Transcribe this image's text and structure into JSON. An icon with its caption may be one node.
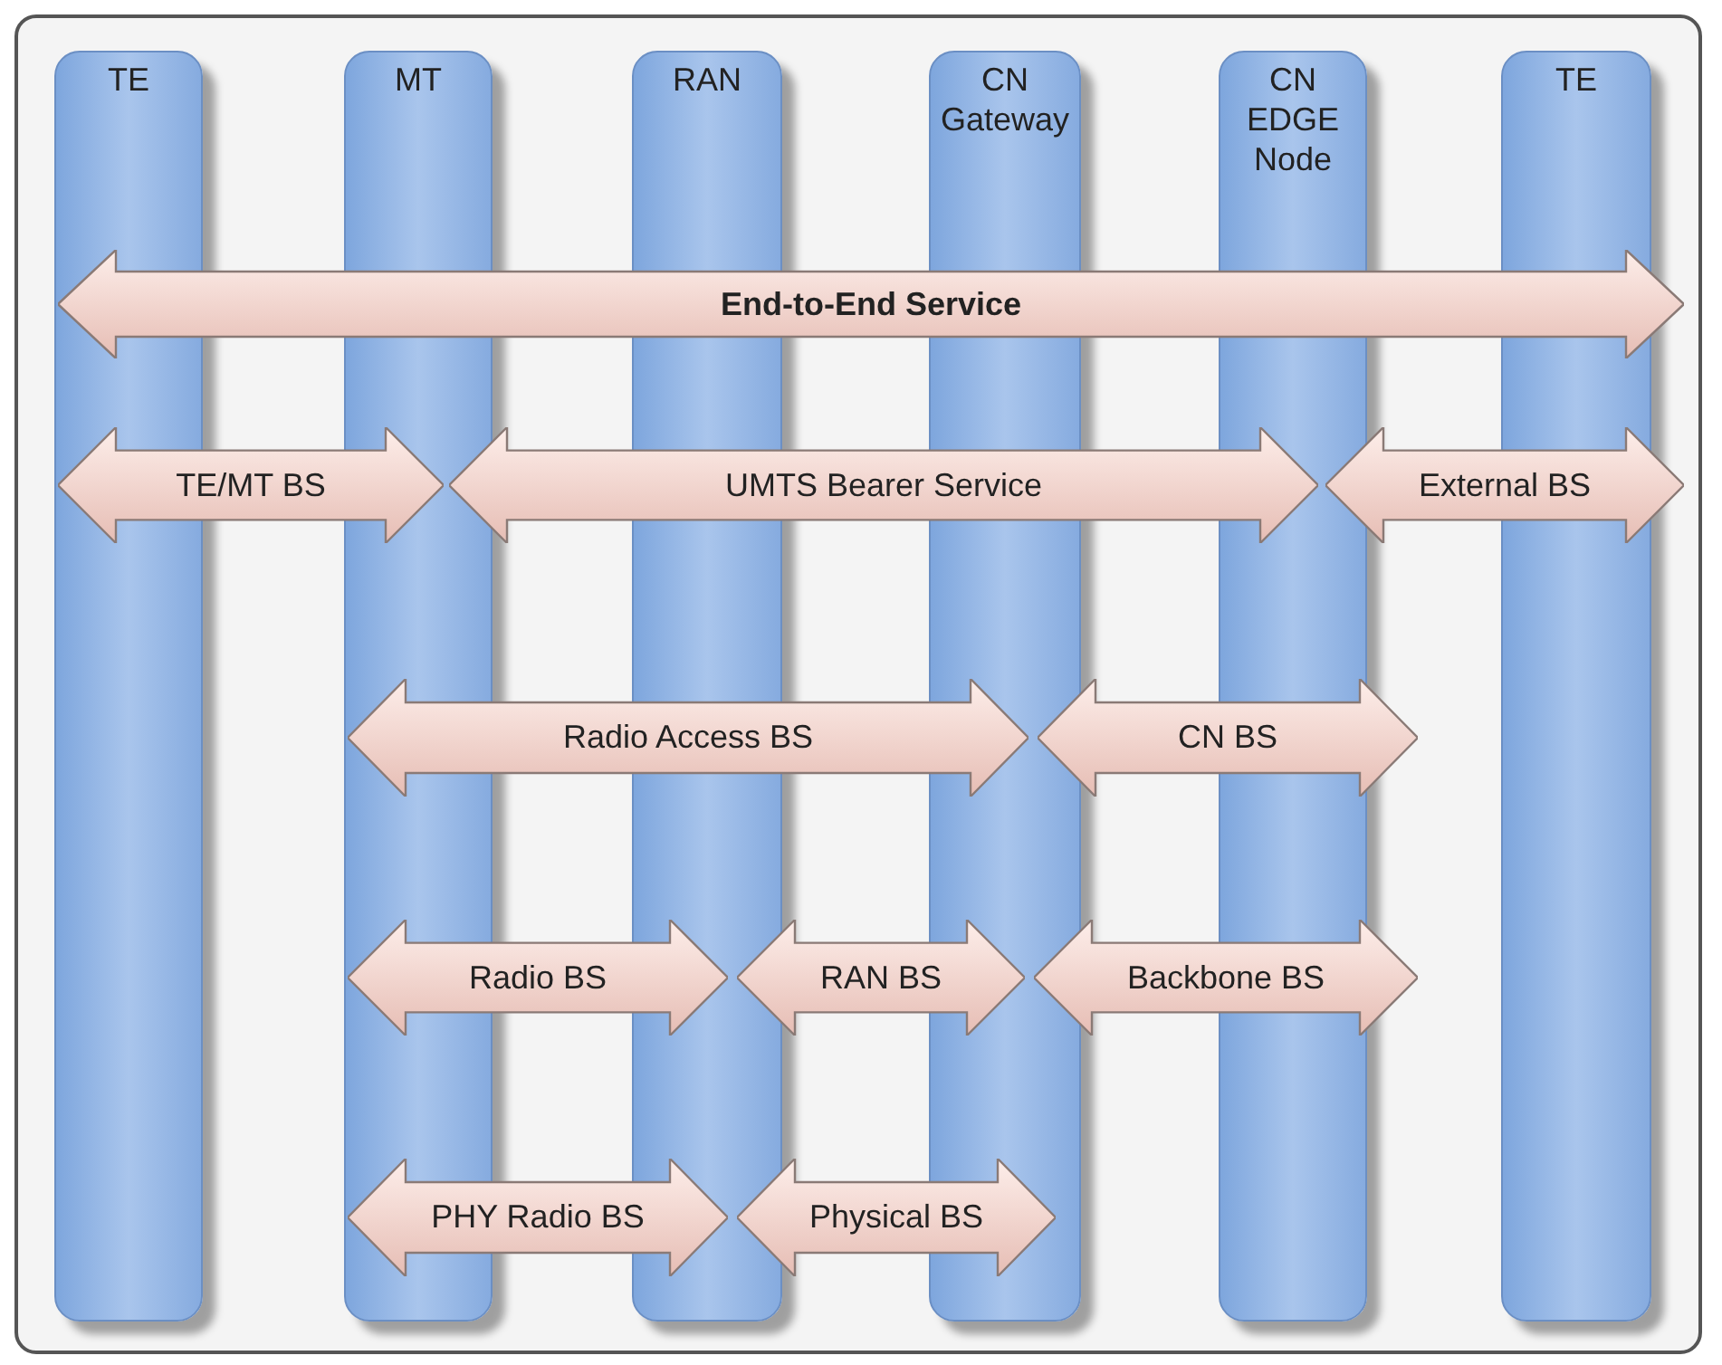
{
  "diagram": {
    "nodes": [
      {
        "text": [
          "TE"
        ]
      },
      {
        "text": [
          "MT"
        ]
      },
      {
        "text": [
          "RAN"
        ]
      },
      {
        "text": [
          "CN Gateway"
        ]
      },
      {
        "text": [
          "CN EDGE Node"
        ]
      },
      {
        "text": [
          "TE"
        ]
      },
      {
        "text": [
          "End-to-End Service"
        ]
      },
      {
        "text": [
          "TE/MT BS"
        ]
      },
      {
        "text": [
          "UMTS Bearer Service"
        ]
      },
      {
        "text": [
          "External BS"
        ]
      },
      {
        "text": [
          "Radio Access BS"
        ]
      },
      {
        "text": [
          "CN BS"
        ]
      },
      {
        "text": [
          "Radio BS"
        ]
      },
      {
        "text": [
          "RAN BS"
        ]
      },
      {
        "text": [
          "Backbone BS"
        ]
      },
      {
        "text": [
          "PHY Radio BS"
        ]
      },
      {
        "text": [
          "Physical BS"
        ]
      }
    ]
  }
}
